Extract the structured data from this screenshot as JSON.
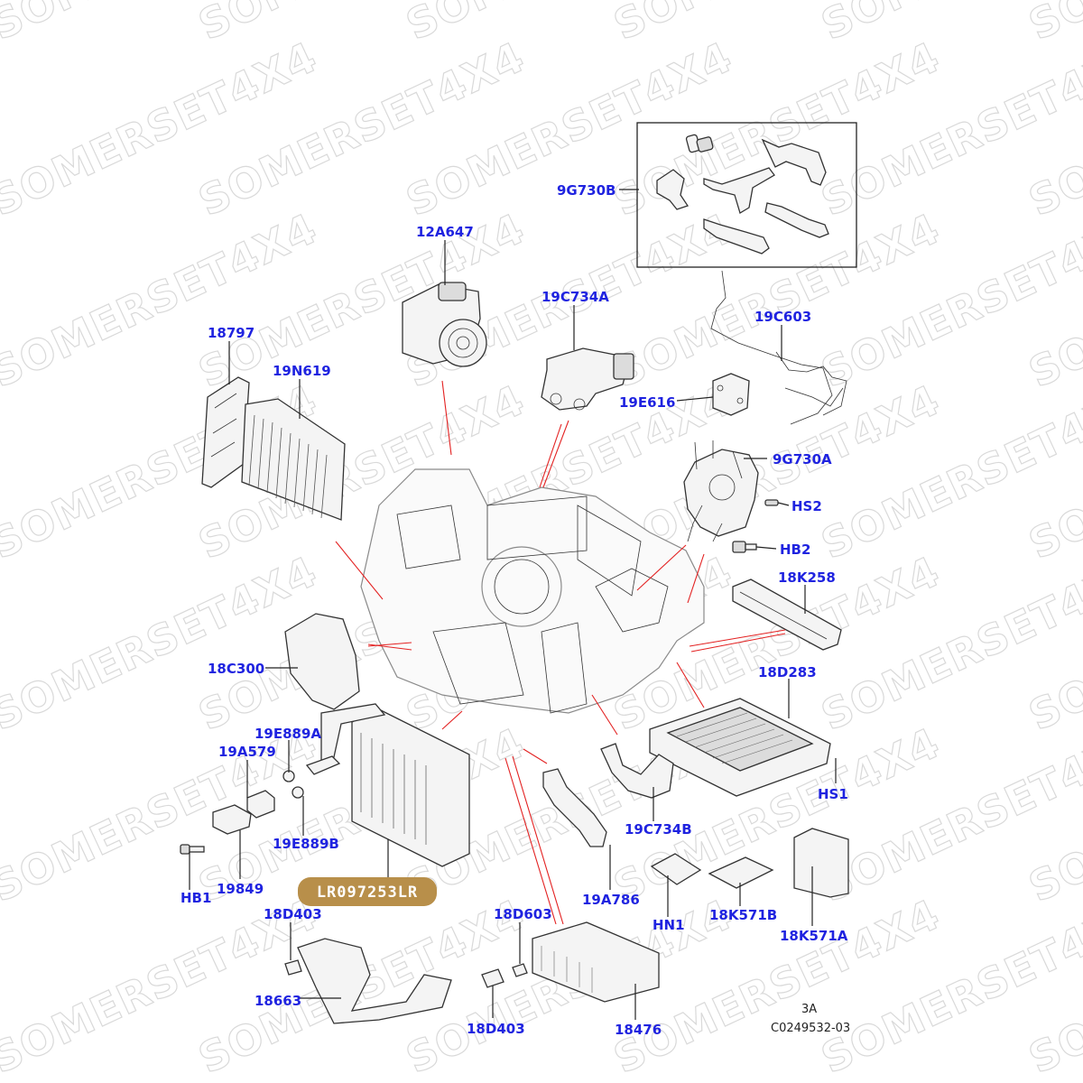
{
  "watermark": {
    "text": "SOMERSET4X4",
    "color": "#d9d9d9"
  },
  "highlight": {
    "part_number": "LR097253LR",
    "color": "#b88f4a"
  },
  "labels": {
    "9G730B": "9G730B",
    "12A647": "12A647",
    "19C734A": "19C734A",
    "19C603": "19C603",
    "18797": "18797",
    "19N619": "19N619",
    "19E616": "19E616",
    "9G730A": "9G730A",
    "HS2": "HS2",
    "HB2": "HB2",
    "18K258": "18K258",
    "18C300": "18C300",
    "18D283": "18D283",
    "19E889A": "19E889A",
    "19A579": "19A579",
    "HS1": "HS1",
    "19C734B": "19C734B",
    "19E889B": "19E889B",
    "HB1": "HB1",
    "19849": "19849",
    "19A786": "19A786",
    "HN1": "HN1",
    "18K571B": "18K571B",
    "18K571A": "18K571A",
    "18D403_top": "18D403",
    "18D603": "18D603",
    "18663": "18663",
    "18D403_bottom": "18D403",
    "18476": "18476"
  },
  "footer": {
    "page": "3A",
    "illustration_code": "C0249532-03"
  },
  "colors": {
    "label": "#1f23e0",
    "leader": "#222222",
    "pointer": "#e32222"
  }
}
